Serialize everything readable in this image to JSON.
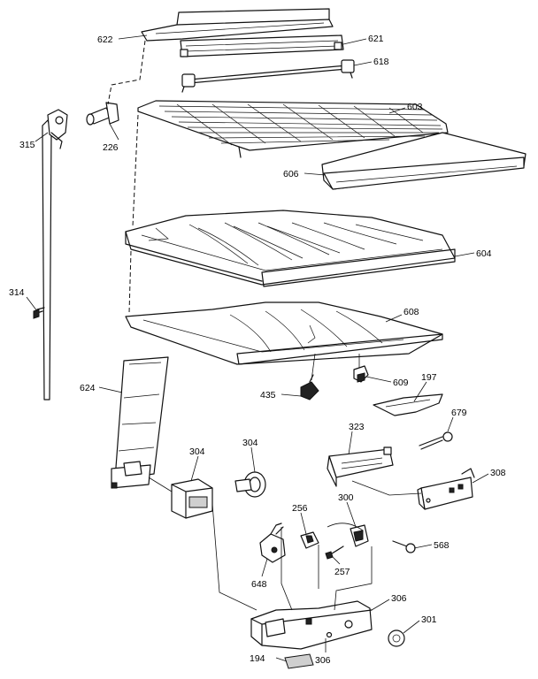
{
  "diagram": {
    "part_labels": {
      "p622": "622",
      "p621": "621",
      "p618": "618",
      "p226": "226",
      "p315": "315",
      "p603": "603",
      "p606": "606",
      "p604": "604",
      "p314": "314",
      "p608": "608",
      "p624": "624",
      "p435": "435",
      "p609": "609",
      "p197": "197",
      "p679": "679",
      "p323": "323",
      "p308": "308",
      "p304a": "304",
      "p304b": "304",
      "p256": "256",
      "p300": "300",
      "p568": "568",
      "p257": "257",
      "p648": "648",
      "p306a": "306",
      "p301": "301",
      "p194": "194",
      "p306b": "306"
    }
  }
}
